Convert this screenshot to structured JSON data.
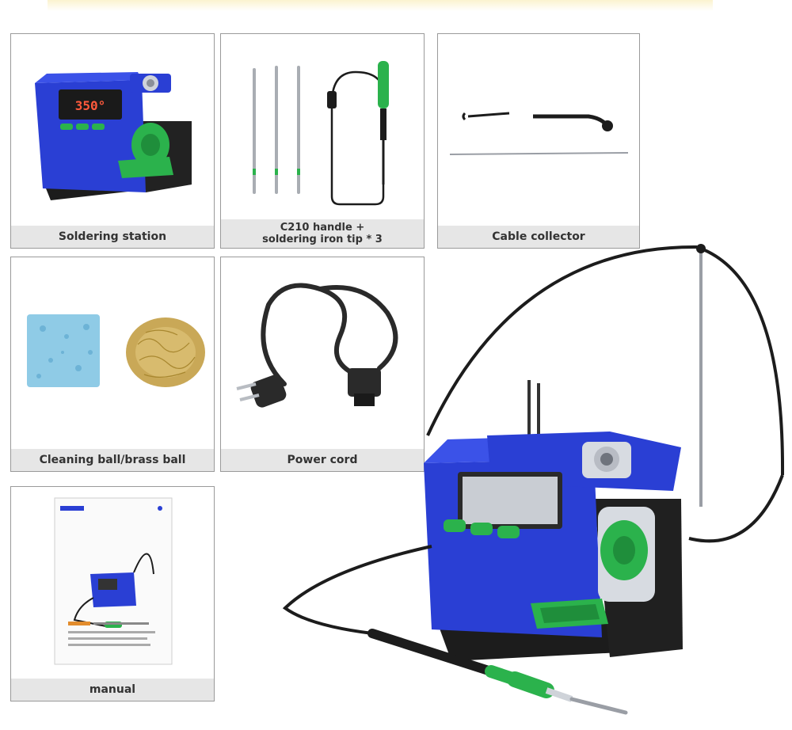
{
  "cards": {
    "soldering_station": {
      "caption": "Soldering station"
    },
    "handle_tips": {
      "caption_line1": "C210 handle +",
      "caption_line2": "soldering iron tip * 3"
    },
    "cable_collector": {
      "caption": "Cable collector"
    },
    "cleaning": {
      "caption": "Cleaning ball/brass ball"
    },
    "power_cord": {
      "caption": "Power cord"
    },
    "manual": {
      "caption": "manual"
    }
  },
  "station_display": {
    "temperature": "350°"
  },
  "colors": {
    "station_blue": "#2a3fd4",
    "accent_green": "#2bb24c",
    "base_black": "#1c1c1c",
    "caption_bg": "#e6e6e6"
  }
}
